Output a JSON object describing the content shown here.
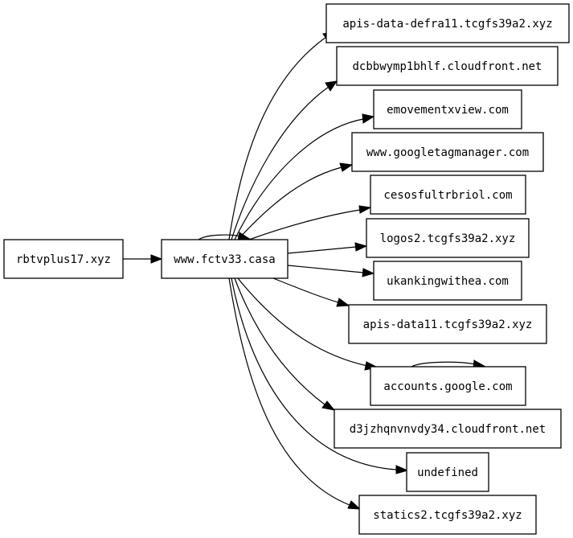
{
  "graph": {
    "nodes": {
      "root": "rbtvplus17.xyz",
      "hub": "www.fctv33.casa",
      "t1": "apis-data-defra11.tcgfs39a2.xyz",
      "t2": "dcbbwymp1bhlf.cloudfront.net",
      "t3": "emovementxview.com",
      "t4": "www.googletagmanager.com",
      "t5": "cesosfultrbriol.com",
      "t6": "logos2.tcgfs39a2.xyz",
      "t7": "ukankingwithea.com",
      "t8": "apis-data11.tcgfs39a2.xyz",
      "t9": "accounts.google.com",
      "t10": "d3jzhqnvnvdy34.cloudfront.net",
      "t11": "undefined",
      "t12": "statics2.tcgfs39a2.xyz"
    },
    "edges": [
      [
        "root",
        "hub"
      ],
      [
        "hub",
        "hub"
      ],
      [
        "hub",
        "t1"
      ],
      [
        "hub",
        "t2"
      ],
      [
        "hub",
        "t3"
      ],
      [
        "hub",
        "t4"
      ],
      [
        "hub",
        "t5"
      ],
      [
        "hub",
        "t6"
      ],
      [
        "hub",
        "t7"
      ],
      [
        "hub",
        "t8"
      ],
      [
        "hub",
        "t9"
      ],
      [
        "t9",
        "t9"
      ],
      [
        "hub",
        "t10"
      ],
      [
        "hub",
        "t11"
      ],
      [
        "hub",
        "t12"
      ]
    ]
  }
}
